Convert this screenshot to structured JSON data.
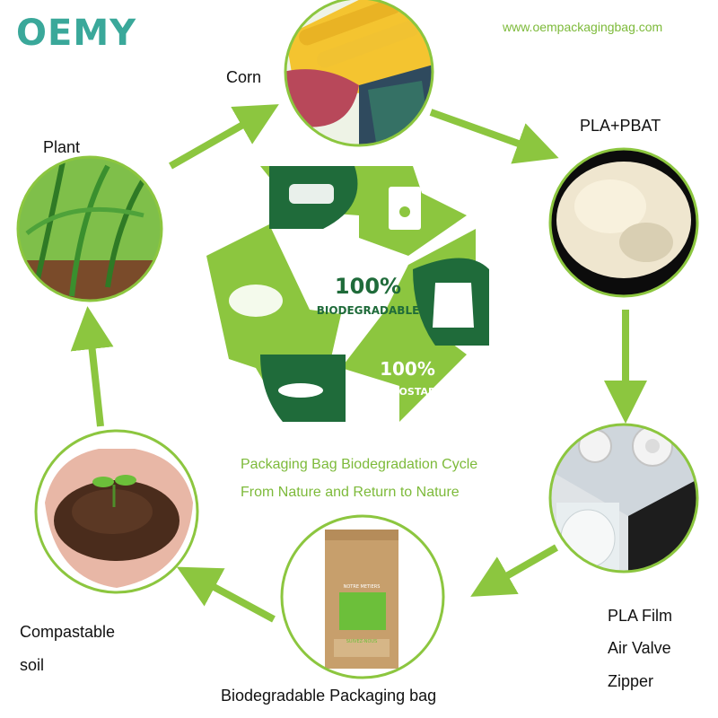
{
  "brand": {
    "logo_text": "OEMY",
    "website": "www.oempackagingbag.com"
  },
  "stages": {
    "corn": "Corn",
    "pla_pbat": "PLA+PBAT",
    "pla_film": [
      "PLA Film",
      "Air Valve",
      "Zipper"
    ],
    "bag": "Biodegradable Packaging bag",
    "soil": [
      "Compastable",
      "soil"
    ],
    "plant": "Plant"
  },
  "center": {
    "biodegradable_pct": "100%",
    "biodegradable_word": "BIODEGRADABLE",
    "compostable_pct": "100%",
    "compostable_word": "COMPOSTABLE",
    "caption_line1": "Packaging Bag Biodegradation Cycle",
    "caption_line2": "From Nature and Return to Nature"
  },
  "bag_print": {
    "title": "NOTRE METIERS",
    "subtitle": "SUIVEZ-NOUS"
  },
  "colors": {
    "accent": "#7dba3a",
    "dark": "#1f6b3a",
    "light": "#8cc63f"
  }
}
